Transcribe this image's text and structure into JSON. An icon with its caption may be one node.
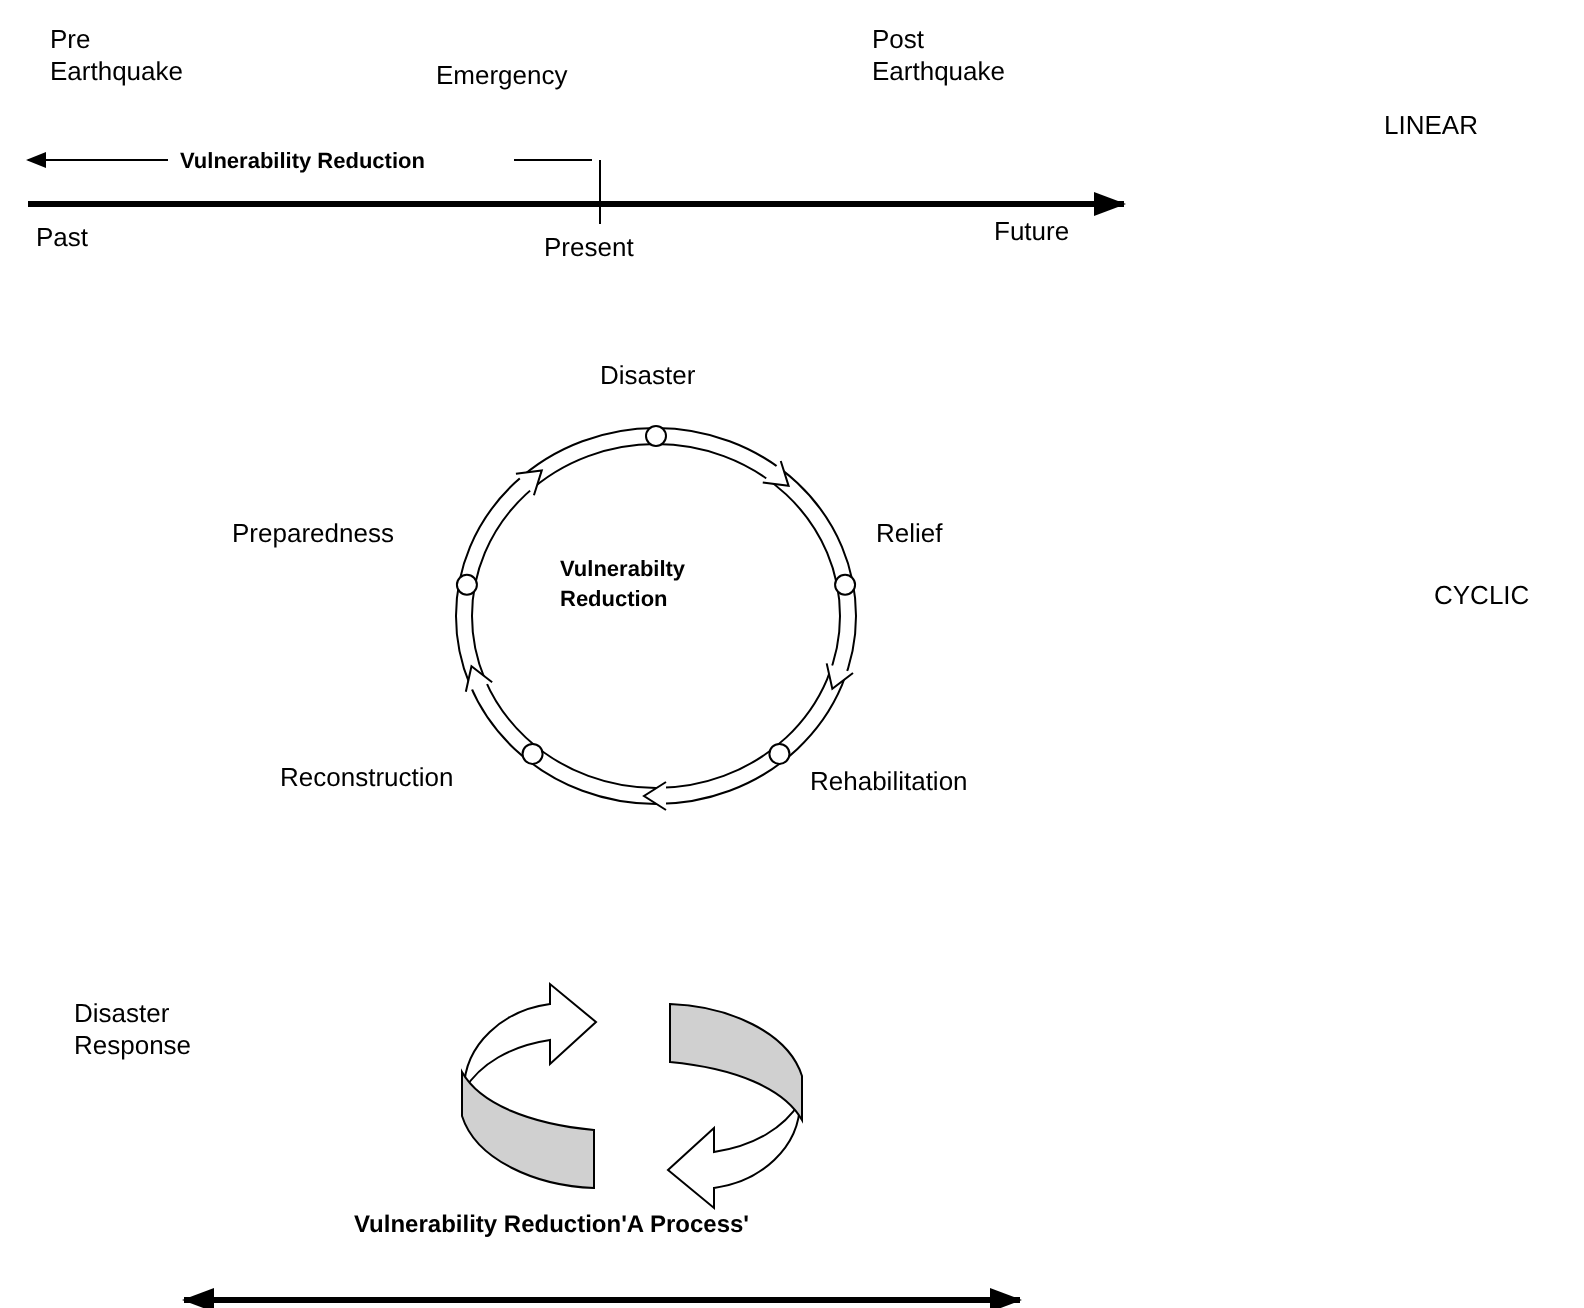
{
  "diagram": {
    "nodes": [
      {
        "text": [
          "Vulnerabilty Reduction"
        ],
        "beside": [
          "Disaster",
          "Preparedness",
          "Relief",
          "Reconstruction",
          "Rehabilitation"
        ]
      }
    ],
    "labels": [
      "Pre Earthquake",
      "Emergency",
      "Post Earthquake",
      "Vulnerability Reduction",
      "LINEAR",
      "Past",
      "Present",
      "Future",
      "CYCLIC",
      "Disaster Response",
      "Vulnerability Reduction'A Process'"
    ]
  }
}
